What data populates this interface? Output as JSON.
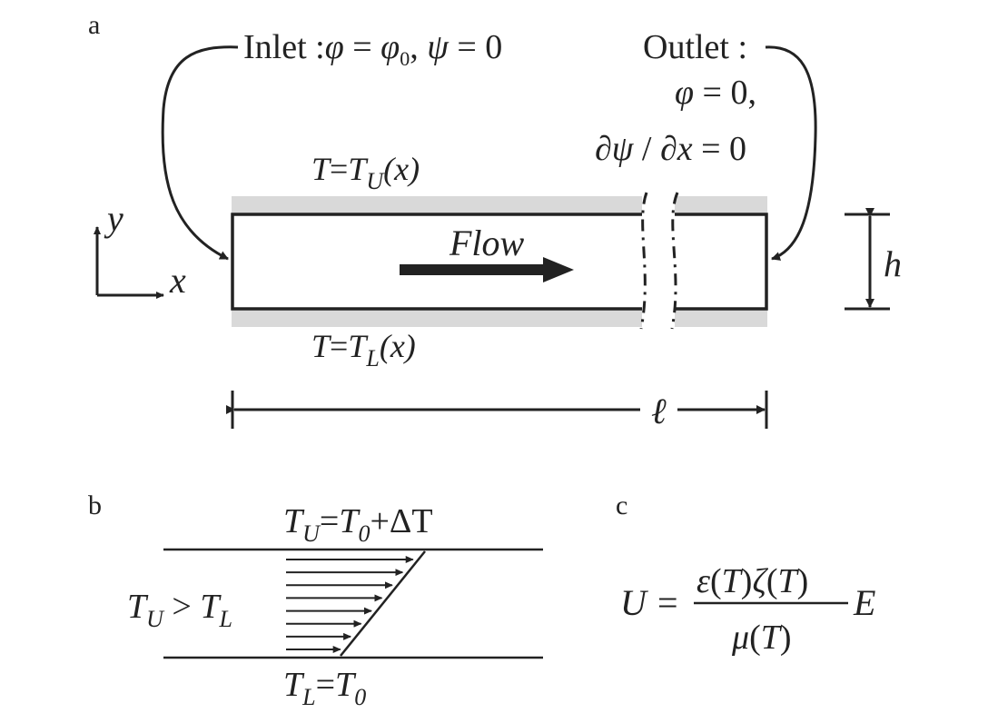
{
  "panel_a": {
    "label": "a",
    "inlet": {
      "prefix": "Inlet :",
      "phi": "φ",
      "eq1": " = ",
      "phi0_base": "φ",
      "phi0_sub": "0",
      "comma": ", ",
      "psi": "ψ",
      "eq2": " = 0"
    },
    "outlet": {
      "line1": "Outlet :",
      "line2_phi": "φ",
      "line2_rest": " = 0,",
      "line3_d1": "∂",
      "line3_psi": "ψ",
      "line3_slash": " / ",
      "line3_d2": "∂",
      "line3_x": "x",
      "line3_rest": " = 0"
    },
    "upper_bc": {
      "t": "T",
      "eq": "=",
      "tu": "T",
      "sub": "U",
      "arg": "(x)"
    },
    "lower_bc": {
      "t": "T",
      "eq": "=",
      "tl": "T",
      "sub": "L",
      "arg": "(x)"
    },
    "flow_label": "Flow",
    "axis_x": "x",
    "axis_y": "y",
    "height_label": "h",
    "length_label": "ℓ"
  },
  "panel_b": {
    "label": "b",
    "top_label": {
      "tu": "T",
      "tu_sub": "U",
      "eq": "=",
      "t0": "T",
      "t0_sub": "0",
      "rest": "+ΔT"
    },
    "middle_label": {
      "tu": "T",
      "tu_sub": "U",
      "gt": " > ",
      "tl": "T",
      "tl_sub": "L"
    },
    "bottom_label": {
      "tl": "T",
      "tl_sub": "L",
      "eq": "=",
      "t0": "T",
      "t0_sub": "0"
    },
    "arrow_count": 8
  },
  "panel_c": {
    "label": "c",
    "lhs": "U",
    "eq": "=",
    "numerator": {
      "eps": "ε",
      "p1": "(",
      "T1": "T",
      "p2": ")",
      "zeta": "ζ",
      "p3": "(",
      "T2": "T",
      "p4": ")"
    },
    "denominator": {
      "mu": "μ",
      "p1": "(",
      "T": "T",
      "p2": ")"
    },
    "rhs": "E"
  }
}
